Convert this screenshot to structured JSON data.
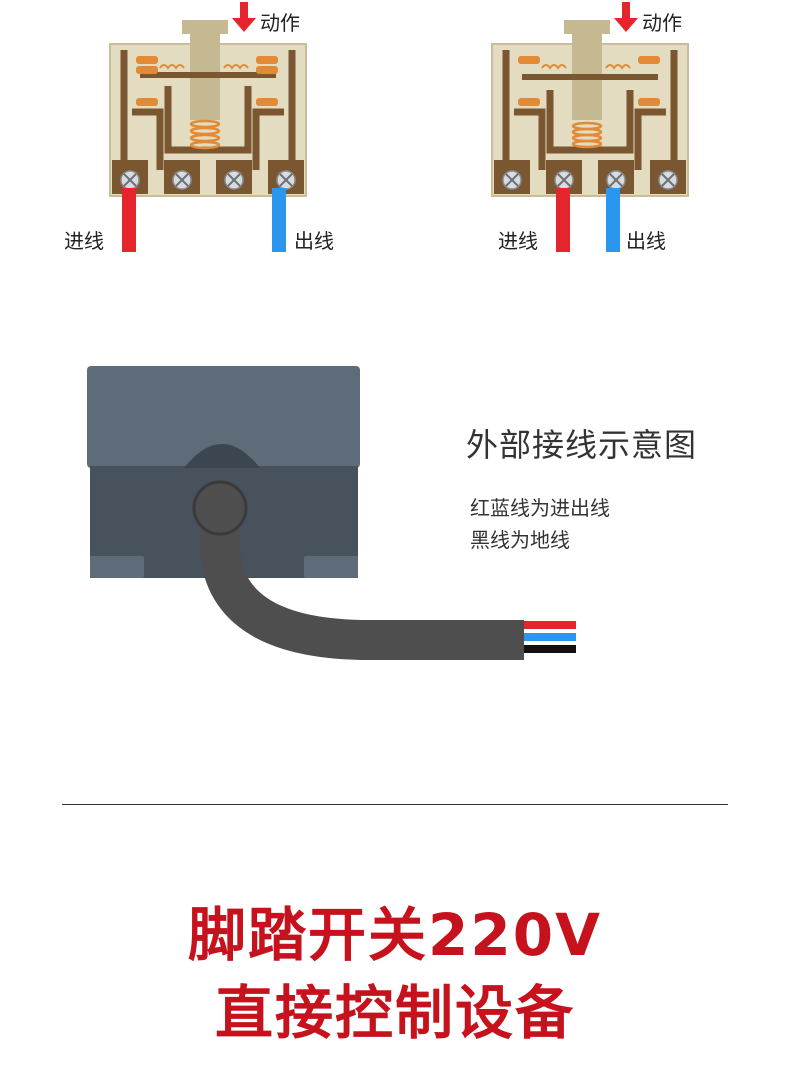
{
  "switch_left": {
    "action_label": "动作",
    "in_label": "进线",
    "out_label": "出线"
  },
  "switch_right": {
    "action_label": "动作",
    "in_label": "进线",
    "out_label": "出线"
  },
  "wiring": {
    "title": "外部接线示意图",
    "note_line1": "红蓝线为进出线",
    "note_line2": "黑线为地线"
  },
  "banner": {
    "line1": "脚踏开关220V",
    "line2": "直接控制设备"
  },
  "colors": {
    "housing": "#e4dcc0",
    "rail": "#7a5631",
    "spring": "#e28a35",
    "in_wire": "#e4262c",
    "out_wire": "#2a96ee",
    "pedal_top": "#5e6b78",
    "pedal_body": "#47525d",
    "cable": "#4e4e4e",
    "headline": "#c5121d"
  },
  "icons": [
    "arrow-down-icon",
    "screw-icon",
    "spring-icon"
  ]
}
